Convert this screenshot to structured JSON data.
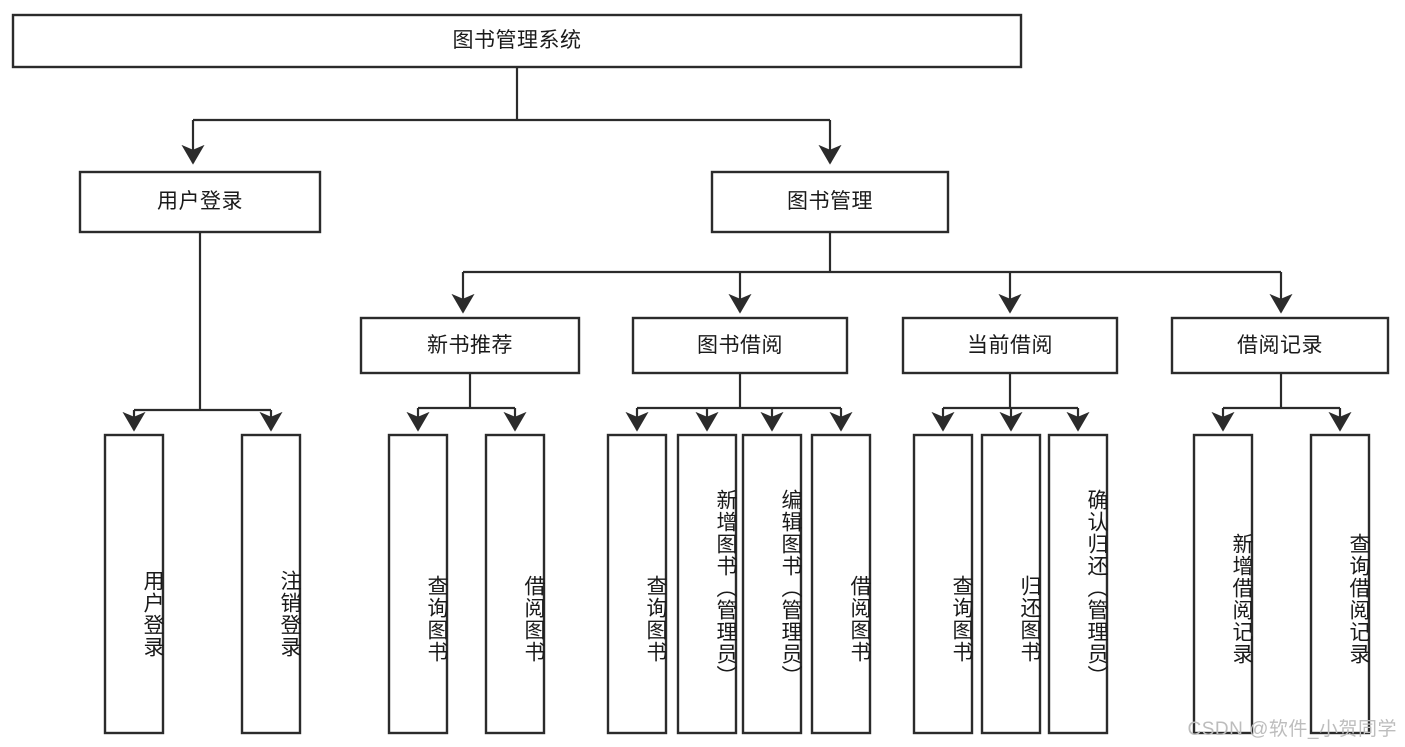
{
  "diagram": {
    "type": "tree-hierarchy",
    "title": "图书管理系统",
    "watermark": "CSDN @软件_小贺同学",
    "colors": {
      "stroke": "#2b2b2b",
      "fill": "#ffffff",
      "text": "#1a1a1a",
      "watermark": "#bdbdbd",
      "background": "#ffffff"
    },
    "nodes": {
      "root": {
        "label": "图书管理系统",
        "level": 1,
        "orientation": "horizontal"
      },
      "l2": [
        {
          "id": "user-login",
          "label": "用户登录",
          "level": 2,
          "orientation": "horizontal"
        },
        {
          "id": "book-manage",
          "label": "图书管理",
          "level": 2,
          "orientation": "horizontal"
        }
      ],
      "l3": [
        {
          "id": "new-book-recommend",
          "label": "新书推荐",
          "level": 3,
          "orientation": "horizontal"
        },
        {
          "id": "book-borrow",
          "label": "图书借阅",
          "level": 3,
          "orientation": "horizontal"
        },
        {
          "id": "current-borrow",
          "label": "当前借阅",
          "level": 3,
          "orientation": "horizontal"
        },
        {
          "id": "borrow-record",
          "label": "借阅记录",
          "level": 3,
          "orientation": "horizontal"
        }
      ],
      "leaves": {
        "user_login": [
          {
            "id": "leaf-user-login",
            "label": "用户登录",
            "orientation": "vertical"
          },
          {
            "id": "leaf-logout-login",
            "label": "注销登录",
            "orientation": "vertical"
          }
        ],
        "new_book_recommend": [
          {
            "id": "leaf-query-book-1",
            "label": "查询图书",
            "orientation": "vertical"
          },
          {
            "id": "leaf-borrow-book-1",
            "label": "借阅图书",
            "orientation": "vertical"
          }
        ],
        "book_borrow": [
          {
            "id": "leaf-query-book-2",
            "label": "查询图书",
            "orientation": "vertical"
          },
          {
            "id": "leaf-add-book",
            "label": "新增图书（管理员）",
            "orientation": "vertical"
          },
          {
            "id": "leaf-edit-book",
            "label": "编辑图书（管理员）",
            "orientation": "vertical"
          },
          {
            "id": "leaf-borrow-book-2",
            "label": "借阅图书",
            "orientation": "vertical"
          }
        ],
        "current_borrow": [
          {
            "id": "leaf-query-book-3",
            "label": "查询图书",
            "orientation": "vertical"
          },
          {
            "id": "leaf-return-book",
            "label": "归还图书",
            "orientation": "vertical"
          },
          {
            "id": "leaf-confirm-return",
            "label": "确认归还（管理员）",
            "orientation": "vertical"
          }
        ],
        "borrow_record": [
          {
            "id": "leaf-add-record",
            "label": "新增借阅记录",
            "orientation": "vertical"
          },
          {
            "id": "leaf-query-record",
            "label": "查询借阅记录",
            "orientation": "vertical"
          }
        ]
      }
    }
  }
}
